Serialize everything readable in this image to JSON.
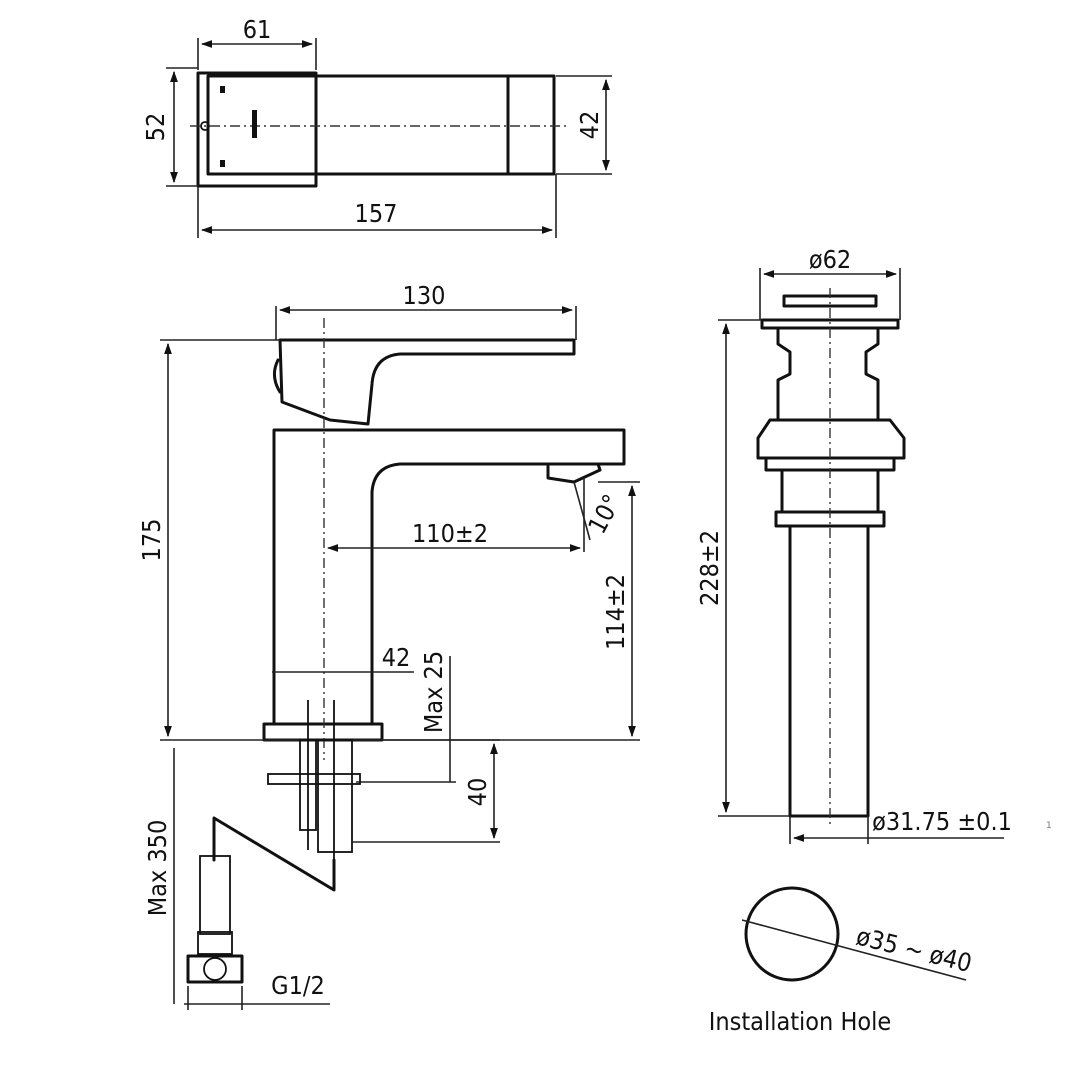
{
  "drawing": {
    "top_view": {
      "dim_top": "61",
      "dim_left": "52",
      "dim_right": "42",
      "dim_bottom": "157"
    },
    "side_view": {
      "dim_width": "130",
      "dim_height": "175",
      "dim_reach": "110±2",
      "dim_angle": "10°",
      "dim_spout_height": "114±2",
      "dim_base": "42",
      "dim_max_deck": "Max 25",
      "dim_shank": "40",
      "dim_max_hose": "Max 350",
      "thread_label": "G1/2"
    },
    "waste_view": {
      "dim_top": "ø62",
      "dim_height": "228±2",
      "dim_pipe": "ø31.75 ±0.1"
    },
    "install_hole": {
      "dim": "ø35 ~ ø40",
      "label": "Installation Hole"
    },
    "corner_mark": "1"
  },
  "colors": {
    "line": "#111111",
    "background": "#ffffff"
  }
}
